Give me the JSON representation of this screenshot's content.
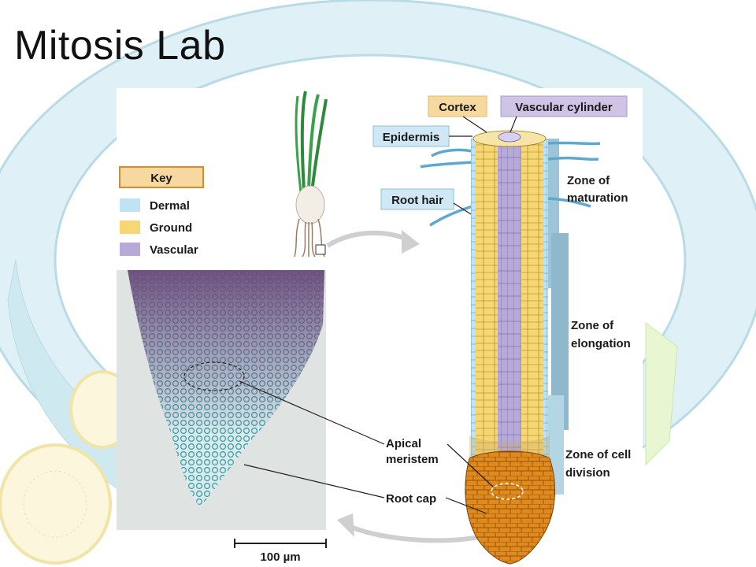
{
  "slide": {
    "title": "Mitosis Lab"
  },
  "key": {
    "title": "Key",
    "items": [
      {
        "label": "Dermal",
        "color": "#bfe3f3"
      },
      {
        "label": "Ground",
        "color": "#f7d774"
      },
      {
        "label": "Vascular",
        "color": "#b7a9d8"
      }
    ]
  },
  "labels": {
    "cortex": "Cortex",
    "vascular_cylinder": "Vascular cylinder",
    "epidermis": "Epidermis",
    "root_hair": "Root hair",
    "zone_maturation_1": "Zone of",
    "zone_maturation_2": "maturation",
    "zone_elongation_1": "Zone of",
    "zone_elongation_2": "elongation",
    "zone_division_1": "Zone of cell",
    "zone_division_2": "division",
    "apical_1": "Apical",
    "apical_2": "meristem",
    "root_cap": "Root cap",
    "scale_bar": "100 µm"
  },
  "colors": {
    "dermal": "#bfe3f3",
    "ground": "#f7d774",
    "vascular": "#b7a9d8",
    "cap": "#e08a1e",
    "zone_bar": "#9cc6d8",
    "arrow": "#cfcfcf"
  }
}
